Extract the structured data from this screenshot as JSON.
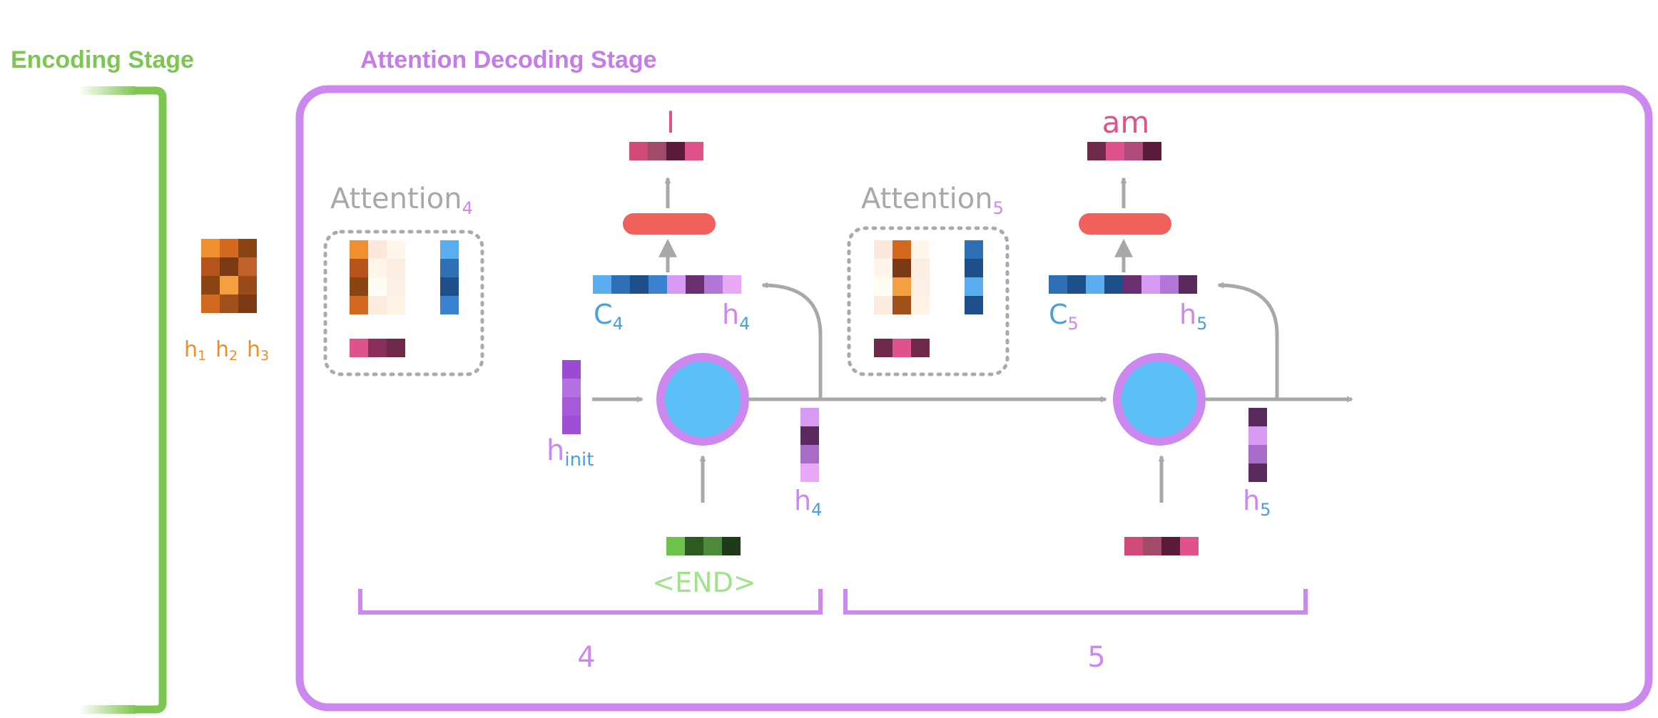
{
  "stages": {
    "encoding_title": "Encoding Stage",
    "decoding_title": "Attention Decoding Stage"
  },
  "encoder": {
    "h1": "h",
    "h1_sub": "1",
    "h2": "h",
    "h2_sub": "2",
    "h3": "h",
    "h3_sub": "3"
  },
  "step4": {
    "attention": "Attention",
    "attention_sub": "4",
    "output_word": "I",
    "context": "C",
    "context_sub": "4",
    "hidden": "h",
    "hidden_sub": "4",
    "hidden_out": "h",
    "hidden_out_sub": "4",
    "init": "h",
    "init_sub": "init",
    "input_word": "<END>",
    "step_number": "4"
  },
  "step5": {
    "attention": "Attention",
    "attention_sub": "5",
    "output_word": "am",
    "context": "C",
    "context_sub": "5",
    "hidden": "h",
    "hidden_sub": "5",
    "hidden_out": "h",
    "hidden_out_sub": "5",
    "step_number": "5"
  },
  "colors": {
    "encoding_green": "#7dc651",
    "decoding_purple": "#cc88ee",
    "arrow_gray": "#a8a8a8",
    "dotted_gray": "#aaaaaa",
    "rnn_blue": "#5bc0f5",
    "output_red": "#f0605c",
    "orange_label": "#ef8f1f",
    "blue_label": "#4a9fe0",
    "pink_label": "#e0528a",
    "light_green_label": "#9fe28a"
  }
}
